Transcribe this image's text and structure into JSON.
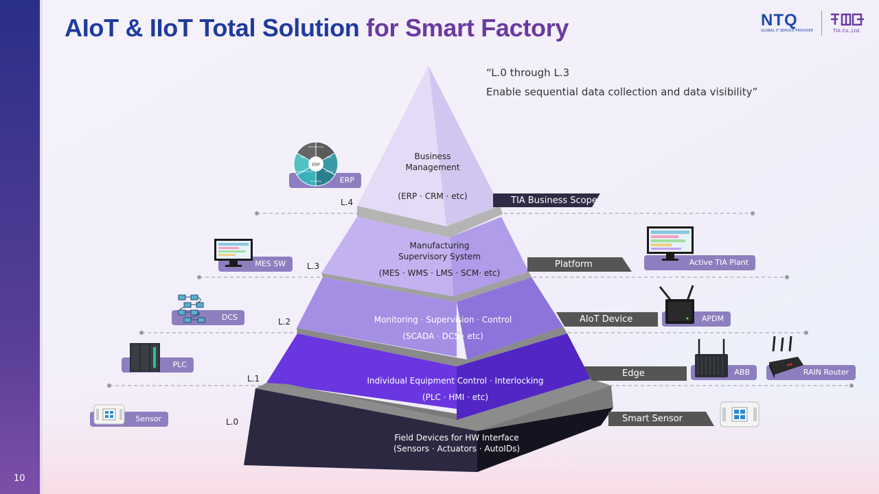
{
  "title": {
    "part1": "AIoT & IIoT Total Solution",
    "part2": "for Smart Factory"
  },
  "logos": {
    "ntq": "NTQ",
    "ntq_sub": "GLOBAL IT SERVICE PROVIDER",
    "tia_sub": "TIA Co.,Ltd."
  },
  "quote": {
    "line1": "“L.0 through L.3",
    "line2": "Enable sequential data collection and data visibility”"
  },
  "page_number": "10",
  "levels": [
    {
      "id": "L.4",
      "text_lines": [
        "Business",
        "Management",
        "",
        "(ERP · CRM · etc)"
      ]
    },
    {
      "id": "L.3",
      "text_lines": [
        "Manufacturing",
        "Supervisory System",
        "(MES · WMS · LMS · SCM· etc)"
      ]
    },
    {
      "id": "L.2",
      "text_lines": [
        "Monitoring · Supervision · Control",
        "(SCADA · DCS · etc)"
      ]
    },
    {
      "id": "L.1",
      "text_lines": [
        "Individual Equipment Control · Interlocking",
        "(PLC · HMI · etc)"
      ]
    },
    {
      "id": "L.0",
      "text_lines": [
        "Field Devices for HW Interface",
        "(Sensors · Actuators · AutoIDs)"
      ]
    }
  ],
  "left_items": {
    "erp": "ERP",
    "mes": "MES SW",
    "dcs": "DCS",
    "plc": "PLC",
    "sensor": "Sensor"
  },
  "erp_wheel": [
    "ERP",
    "Manufacturing",
    "Sales",
    "Finance",
    "Purchasing",
    "Human Resources",
    "CRM"
  ],
  "right_tags": {
    "l4": "TIA Business Scope",
    "l3": "Platform",
    "l2": "AIoT Device",
    "l1": "Edge",
    "l0": "Smart Sensor"
  },
  "right_items": {
    "active_plant": "Active TIA Plant",
    "apdm": "APDM",
    "abb": "ABB",
    "rain": "RAIN Router"
  },
  "colors": {
    "title_blue": "#1f3b9c",
    "title_purple": "#6b3aa0",
    "tag_purple": "#8d7fbf",
    "tag_dark": "#555555"
  }
}
